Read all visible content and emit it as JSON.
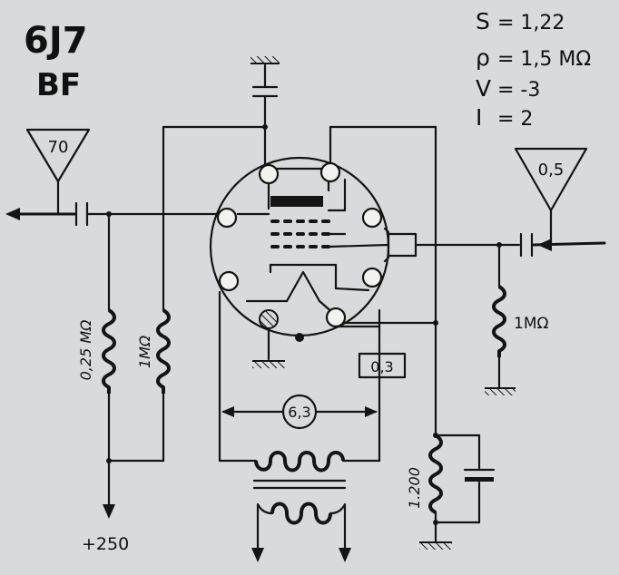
{
  "tube": {
    "name": "6J7",
    "type": "BF"
  },
  "specs": {
    "s_label": "S",
    "s_value": "= 1,22",
    "rho_label": "ρ",
    "rho_value": "= 1,5 MΩ",
    "v_label": "V",
    "v_value": "= -3",
    "i_label": "I",
    "i_value": "= 2"
  },
  "output_gain": "70",
  "input_gain": "0,5",
  "resistors": {
    "plate_load": "0,25 MΩ",
    "screen": "1MΩ",
    "grid": "1MΩ",
    "cathode": "1.200"
  },
  "heater": {
    "current": "0,3",
    "voltage": "6,3"
  },
  "supply": "+250"
}
